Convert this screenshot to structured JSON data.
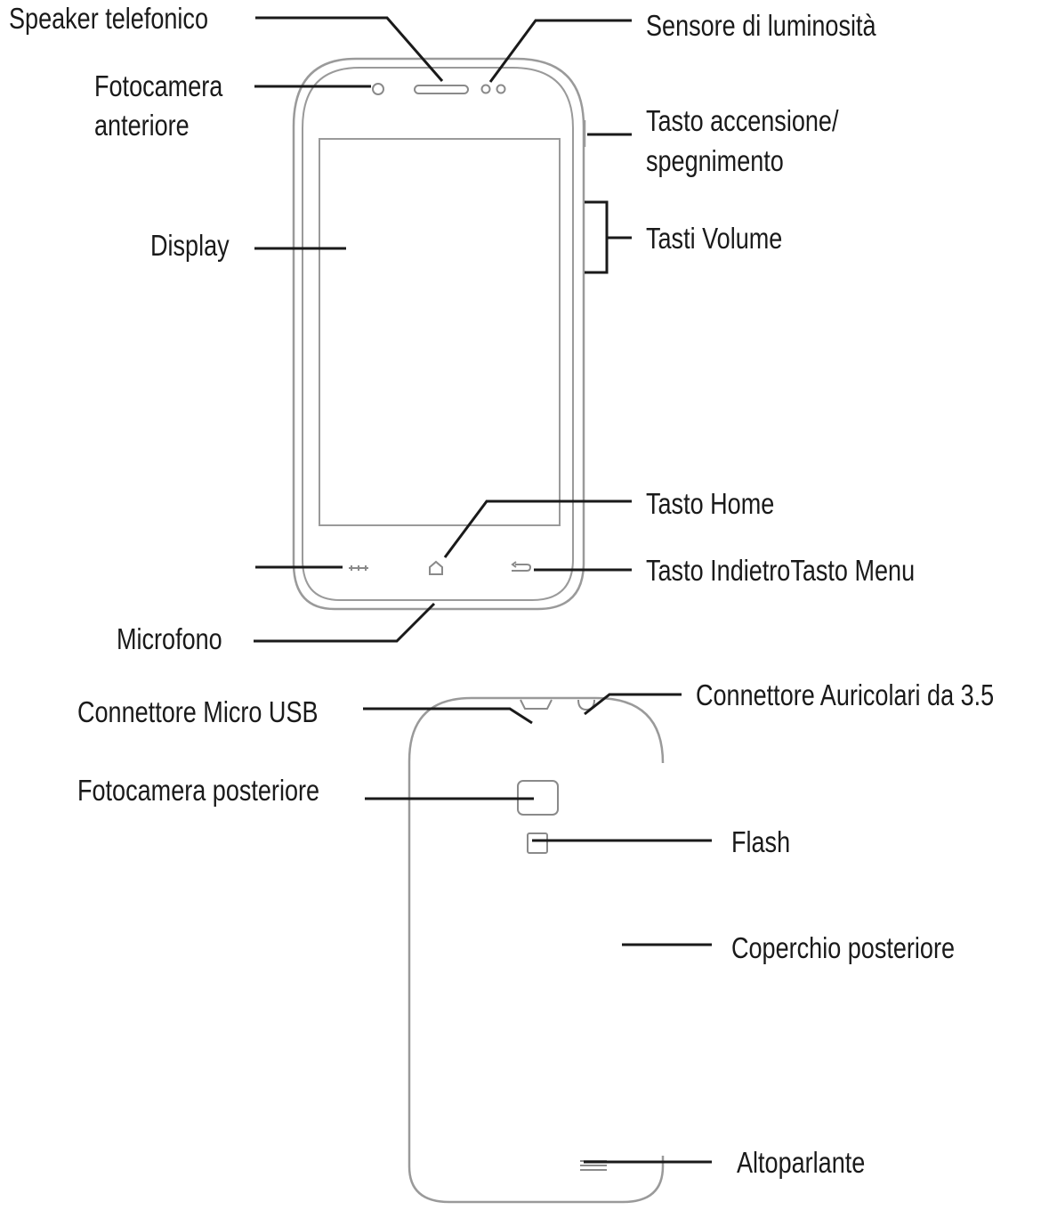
{
  "labels": {
    "speaker": "Speaker telefonico",
    "front_camera_line1": "Fotocamera",
    "front_camera_line2": "anteriore",
    "display": "Display",
    "microphone": "Microfono",
    "light_sensor": "Sensore di luminosità",
    "power_line1": "Tasto accensione/",
    "power_line2": "spegnimento",
    "volume": "Tasti Volume",
    "home": "Tasto Home",
    "back_menu": "Tasto IndietroTasto Menu",
    "micro_usb": "Connettore Micro USB",
    "rear_camera": "Fotocamera posteriore",
    "headphone": "Connettore Auricolari da 3.5",
    "flash": "Flash",
    "back_cover": "Coperchio posteriore",
    "loudspeaker": "Altoparlante"
  },
  "colors": {
    "label_text": "#1a1a1a",
    "leader_line": "#1a1a1a",
    "device_outline": "#9a9a9a"
  }
}
